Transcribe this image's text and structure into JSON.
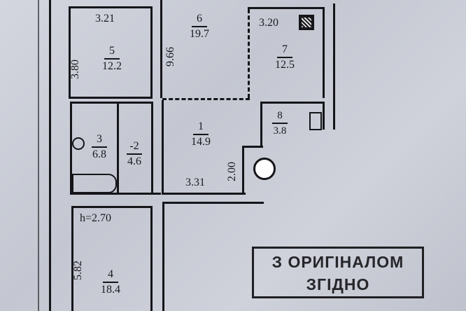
{
  "plan": {
    "rooms": [
      {
        "id": "1",
        "area": "14.9"
      },
      {
        "id": "-2",
        "area": "4.6"
      },
      {
        "id": "3",
        "area": "6.8"
      },
      {
        "id": "4",
        "area": "18.4"
      },
      {
        "id": "5",
        "area": "12.2"
      },
      {
        "id": "6",
        "area": "19.7"
      },
      {
        "id": "7",
        "area": "12.5"
      },
      {
        "id": "8",
        "area": "3.8"
      }
    ],
    "dimensions": {
      "room5_width": "3.21",
      "room5_height": "3.80",
      "room6_height": "9.66",
      "room7_width": "3.20",
      "room1_width": "3.31",
      "room1_depth": "2.00",
      "room4_height": "5.82",
      "ceiling_height": "h=2.70"
    }
  },
  "stamp": {
    "line1": "З ОРИГІНАЛОМ",
    "line2": "ЗГІДНО"
  }
}
